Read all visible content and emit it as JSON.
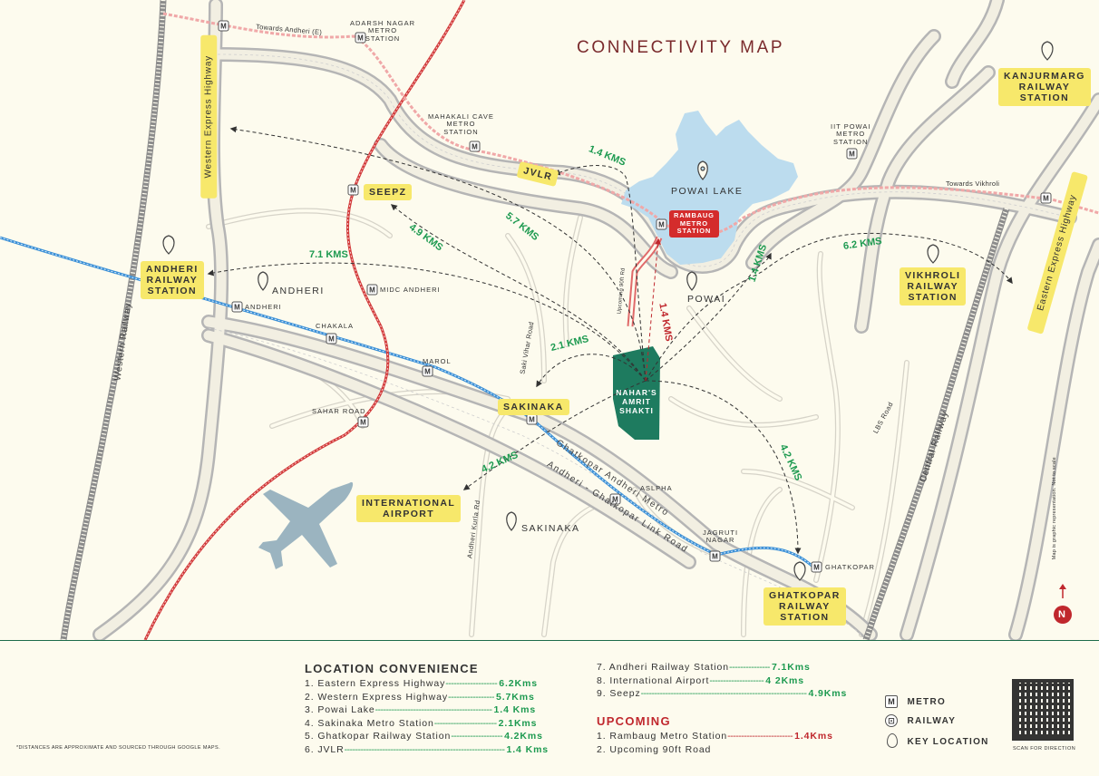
{
  "title": "CONNECTIVITY MAP",
  "colors": {
    "background": "#fdfbee",
    "road": "#b9b9b9",
    "metro_blue": "#3a8fd6",
    "metro_red": "#d23a3a",
    "metro_pink": "#f0a8a8",
    "lake": "#bcdcee",
    "project": "#1e7b5f",
    "highlight": "#f7e86b",
    "distance": "#1d9a50",
    "upcoming": "#c0272d",
    "airport": "#9bb4c0"
  },
  "project": {
    "name": [
      "NAHAR'S",
      "AMRIT",
      "SHAKTI"
    ]
  },
  "highlights": {
    "kanjurmarg": [
      "KANJURMARG",
      "RAILWAY",
      "STATION"
    ],
    "andheri_rly": [
      "ANDHERI",
      "RAILWAY",
      "STATION"
    ],
    "vikhroli": [
      "VIKHROLI",
      "RAILWAY",
      "STATION"
    ],
    "ghatkopar": [
      "GHATKOPAR",
      "RAILWAY",
      "STATION"
    ],
    "airport": [
      "INTERNATIONAL",
      "AIRPORT"
    ],
    "sakinaka": "SAKINAKA",
    "seepz": "SEEPZ",
    "jvlr": "JVLR",
    "rambaug": [
      "RAMBAUG",
      "METRO",
      "STATION"
    ],
    "weh": "Western Express Highway",
    "eeh": "Eastern Express Highway"
  },
  "labels": {
    "towards_andheri": "Towards Andheri (E)",
    "adarsh": [
      "ADARSH NAGAR",
      "METRO",
      "STATION"
    ],
    "mahakali": [
      "MAHAKALI CAVE",
      "METRO",
      "STATION"
    ],
    "iit": [
      "IIT POWAI",
      "METRO",
      "STATION"
    ],
    "towards_vikhroli": "Towards Vikhroli",
    "powai_lake": "POWAI LAKE",
    "powai": "POWAI",
    "andheri": "ANDHERI",
    "midc": "MIDC ANDHERI",
    "andheri_metro": "ANDHERI",
    "chakala": "CHAKALA",
    "marol": "MAROL",
    "sahar": "SAHAR ROAD",
    "saki_vihar": "Saki Vihar Road",
    "upcoming_road": "Upcoming 90ft Rd",
    "asalpha": "ASLPHA",
    "jagruti": [
      "JAGRUTI",
      "NAGAR"
    ],
    "ghatkopar_metro": "GHATKOPAR",
    "gham": "Ghatkopar Andheri Metro",
    "aglr": "Andheri - Ghatkopar Link Road",
    "akr": "Andheri Kurla Rd",
    "sakinaka_area": "SAKINAKA",
    "lbs": "LBS Road",
    "central_railway": "Central Railway",
    "western_railway": "Western Railway",
    "scale_note": "Map is graphic representation. Not to scale",
    "north": "N"
  },
  "distances": {
    "jvlr": "1.4 KMS",
    "weh": "5.7 KMS",
    "seepz": "4.9 KMS",
    "andheri": "7.1 KMS",
    "saki": "2.1 KMS",
    "rambaug": "1.4 KMS",
    "powai": "1.4 KMS",
    "vikhroli": "6.2 KMS",
    "ghatkopar": "4.2 KMS",
    "airport": "4.2 KMS"
  },
  "legend": {
    "heading": "LOCATION CONVENIENCE",
    "items": [
      {
        "name": "1. Eastern Express Highway",
        "dots": "-------------------",
        "km": "6.2Kms"
      },
      {
        "name": "2. Western Express Highway",
        "dots": "-----------------",
        "km": "5.7Kms"
      },
      {
        "name": "3. Powai Lake",
        "dots": "-------------------------------------------",
        "km": "1.4 Kms"
      },
      {
        "name": "4. Sakinaka Metro Station",
        "dots": "-----------------------",
        "km": "2.1Kms"
      },
      {
        "name": "5. Ghatkopar Railway Station",
        "dots": "-------------------",
        "km": "4.2Kms"
      },
      {
        "name": "6. JVLR",
        "dots": "-----------------------------------------------------------",
        "km": "1.4 Kms"
      },
      {
        "name": "7. Andheri Railway Station",
        "dots": "---------------",
        "km": "7.1Kms"
      },
      {
        "name": "8. International Airport",
        "dots": "--------------------",
        "km": "4 2Kms"
      },
      {
        "name": "9. Seepz",
        "dots": "-------------------------------------------------------------",
        "km": "4.9Kms"
      }
    ],
    "upcoming_heading": "UPCOMING",
    "upcoming": [
      {
        "name": "1. Rambaug Metro Station",
        "dots": "------------------------",
        "km": "1.4Kms"
      },
      {
        "name": "2. Upcoming 90ft Road",
        "dots": "",
        "km": ""
      }
    ],
    "key_metro": "METRO",
    "key_railway": "RAILWAY",
    "key_location": "KEY LOCATION",
    "footnote": "*DISTANCES ARE APPROXIMATE AND SOURCED THROUGH GOOGLE MAPS.",
    "scan": "SCAN FOR DIRECTION"
  }
}
